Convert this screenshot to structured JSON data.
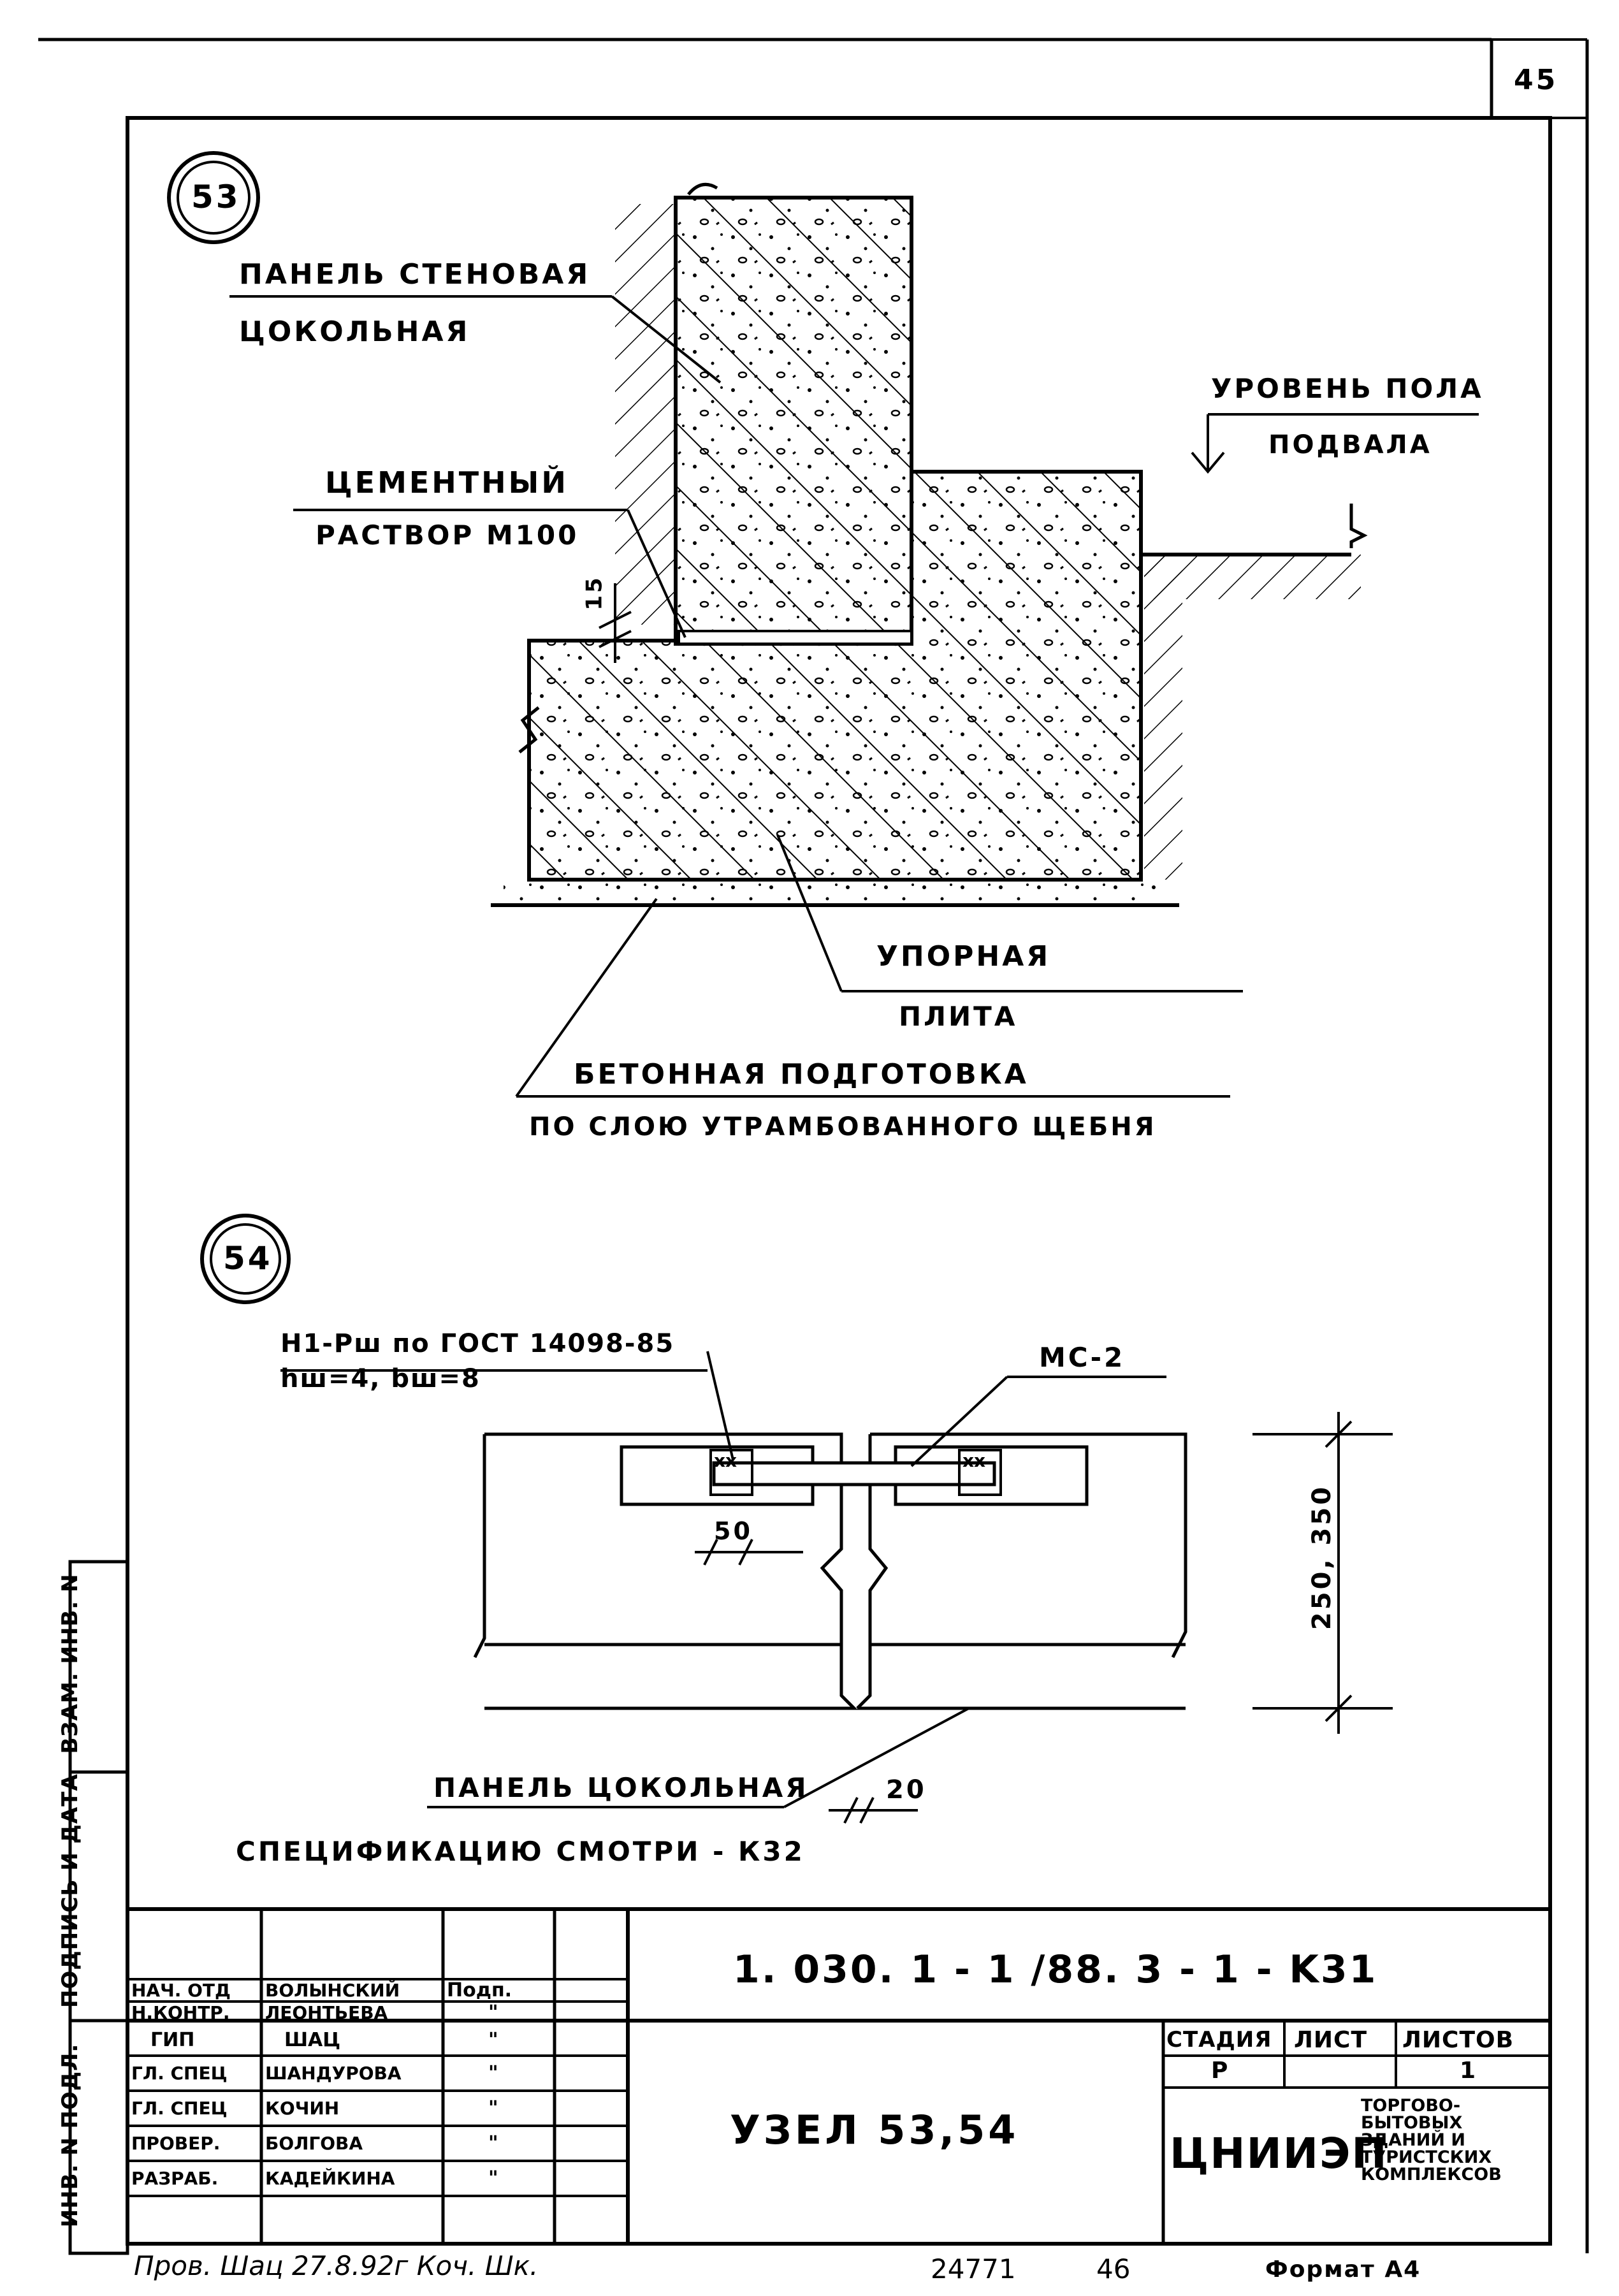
{
  "sheet": {
    "page_number": "45",
    "drawing_code": "1. 030. 1 - 1 /88. 3 - 1 - K31",
    "title": "УЗЕЛ 53,54",
    "org": "ЦНИИЭП",
    "org_subtitle": [
      "ТОРГОВО-",
      "БЫТОВЫХ",
      "ЗДАНИЙ И",
      "ТУРИСТСКИХ",
      "КОМПЛЕКСОВ"
    ],
    "stage_header": "СТАДИЯ",
    "sheet_header": "ЛИСТ",
    "sheets_header": "ЛИСТОВ",
    "stage": "Р",
    "sheets": "1",
    "format": "Формат А4",
    "archive_no": "24771",
    "archive_suffix": "46",
    "check_note": "Пров. Шац 27.8.92г Коч. Шк."
  },
  "side_stamp": {
    "inv_podl": "ИНВ. N ПОДЛ.",
    "podpis_data": "ПОДПИСЬ И ДАТА",
    "vzam_inv": "ВЗАМ. ИНВ. N"
  },
  "signatures": {
    "headers": [
      "НАЧ. ОТД",
      "Н.КОНТР.",
      "ГИП",
      "ГЛ. СПЕЦ",
      "ГЛ. СПЕЦ",
      "ПРОВЕР.",
      "РАЗРАБ."
    ],
    "names": [
      "ВОЛЫНСКИЙ",
      "ЛЕОНТЬЕВА",
      "ШАЦ",
      "ШАНДУРОВА",
      "КОЧИН",
      "БОЛГОВА",
      "КАДЕЙКИНА"
    ],
    "sign_header": "Подп.",
    "sign_marks": [
      "",
      "\"",
      "\"",
      "\"",
      "\"",
      "\"",
      "\""
    ]
  },
  "node53": {
    "badge": "53",
    "panel_label_1": "ПАНЕЛЬ СТЕНОВАЯ",
    "panel_label_2": "ЦОКОЛЬНАЯ",
    "mortar_label_1": "ЦЕМЕНТНЫЙ",
    "mortar_label_2": "РАСТВОР М100",
    "dim_15": "15",
    "floor_label_1": "УРОВЕНЬ ПОЛА",
    "floor_label_2": "ПОДВАЛА",
    "plate_label_1": "УПОРНАЯ",
    "plate_label_2": "ПЛИТА",
    "prep_label_1": "БЕТОННАЯ ПОДГОТОВКА",
    "prep_label_2": "ПО СЛОЮ УТРАМБОВАННОГО ЩЕБНЯ"
  },
  "node54": {
    "badge": "54",
    "weld_label_1": "Н1-Рш по ГОСТ 14098-85",
    "weld_label_2": "hш=4, bш=8",
    "mc_label": "МС-2",
    "dim_50": "50",
    "dim_height": "250, 350",
    "panel_label": "ПАНЕЛЬ ЦОКОЛЬНАЯ",
    "dim_20": "20",
    "spec_note": "СПЕЦИФИКАЦИЮ СМОТРИ - К32",
    "weld_mark": "xx"
  }
}
